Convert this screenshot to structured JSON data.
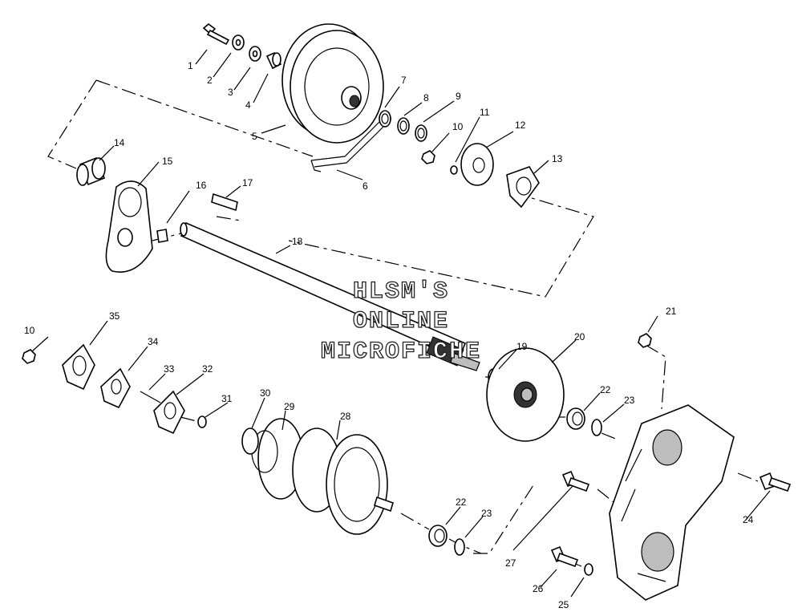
{
  "diagram": {
    "watermark": [
      "HLSM'S",
      "ONLINE",
      "MICROFICHE"
    ],
    "callouts": [
      {
        "id": "c1",
        "label": "1"
      },
      {
        "id": "c2",
        "label": "2"
      },
      {
        "id": "c3",
        "label": "3"
      },
      {
        "id": "c4",
        "label": "4"
      },
      {
        "id": "c5",
        "label": "5"
      },
      {
        "id": "c6",
        "label": "6"
      },
      {
        "id": "c7",
        "label": "7"
      },
      {
        "id": "c8",
        "label": "8"
      },
      {
        "id": "c9",
        "label": "9"
      },
      {
        "id": "c10a",
        "label": "10"
      },
      {
        "id": "c10b",
        "label": "10"
      },
      {
        "id": "c11",
        "label": "11"
      },
      {
        "id": "c12",
        "label": "12"
      },
      {
        "id": "c13",
        "label": "13"
      },
      {
        "id": "c14",
        "label": "14"
      },
      {
        "id": "c15",
        "label": "15"
      },
      {
        "id": "c16",
        "label": "16"
      },
      {
        "id": "c17",
        "label": "17"
      },
      {
        "id": "c18",
        "label": "18"
      },
      {
        "id": "c19",
        "label": "19"
      },
      {
        "id": "c20",
        "label": "20"
      },
      {
        "id": "c21",
        "label": "21"
      },
      {
        "id": "c22a",
        "label": "22"
      },
      {
        "id": "c22b",
        "label": "22"
      },
      {
        "id": "c23a",
        "label": "23"
      },
      {
        "id": "c23b",
        "label": "23"
      },
      {
        "id": "c24",
        "label": "24"
      },
      {
        "id": "c25",
        "label": "25"
      },
      {
        "id": "c26",
        "label": "26"
      },
      {
        "id": "c27",
        "label": "27"
      },
      {
        "id": "c28",
        "label": "28"
      },
      {
        "id": "c29",
        "label": "29"
      },
      {
        "id": "c30",
        "label": "30"
      },
      {
        "id": "c31",
        "label": "31"
      },
      {
        "id": "c32",
        "label": "32"
      },
      {
        "id": "c33",
        "label": "33"
      },
      {
        "id": "c34",
        "label": "34"
      },
      {
        "id": "c35",
        "label": "35"
      }
    ]
  }
}
